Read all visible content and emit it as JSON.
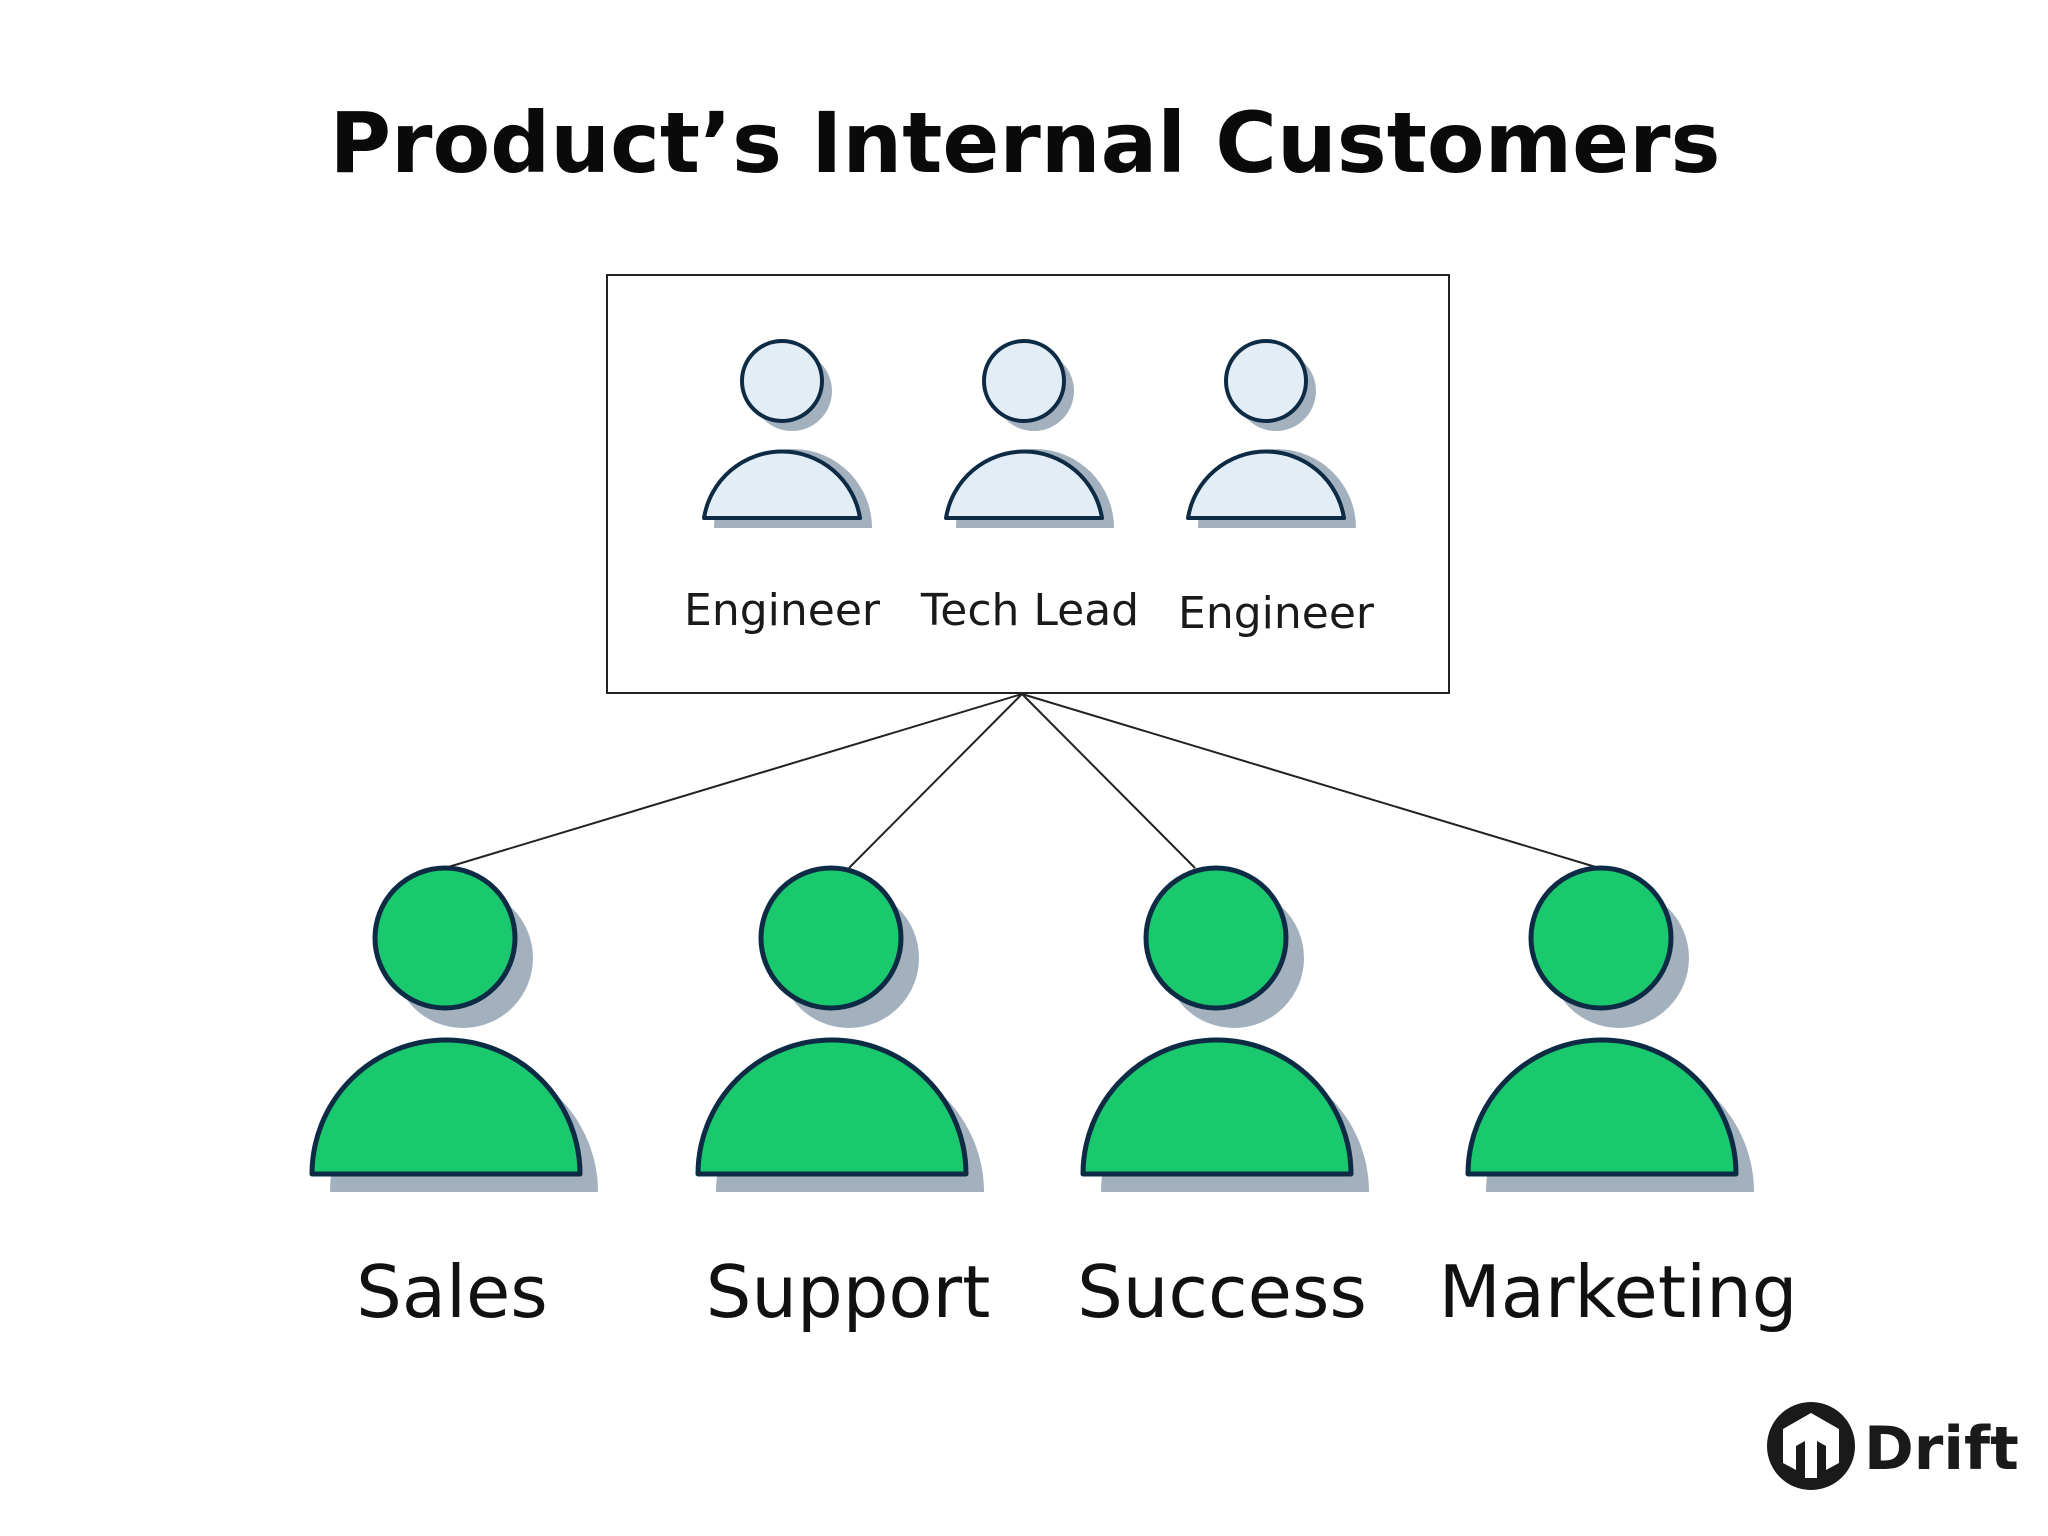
{
  "title": "Product’s Internal Customers",
  "team": {
    "members": [
      {
        "label": "Engineer"
      },
      {
        "label": "Tech Lead"
      },
      {
        "label": "Engineer"
      }
    ]
  },
  "customers": [
    {
      "label": "Sales"
    },
    {
      "label": "Support"
    },
    {
      "label": "Success"
    },
    {
      "label": "Marketing"
    }
  ],
  "brand": {
    "name": "Drift"
  },
  "colors": {
    "team_fill": "#e3edf5",
    "customer_fill": "#1ac86e",
    "outline": "#0d2b45",
    "shadow": "#a3b1be",
    "line": "#222222"
  }
}
